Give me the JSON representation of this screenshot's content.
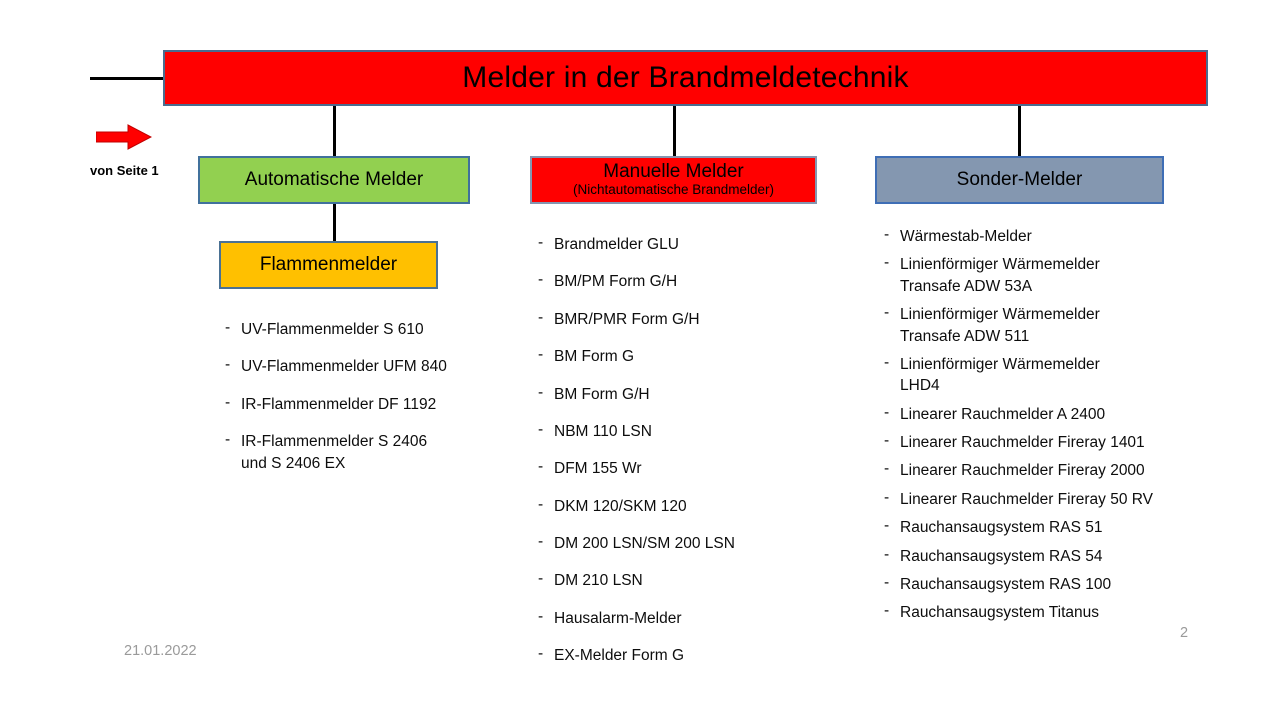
{
  "slide": {
    "title": "Melder in der Brandmeldetechnik",
    "footer_date": "21.01.2022",
    "page_number": "2",
    "from_page_caption": "von Seite 1",
    "arrow_icon": "arrow-right-icon"
  },
  "colors": {
    "title_fill": "#FF0000",
    "automatic_fill": "#92D050",
    "manual_fill": "#FF0000",
    "special_fill": "#8497B0",
    "flame_fill": "#FFC000",
    "box_border": "#41719C",
    "connector": "#000000",
    "arrow": "#FF0000",
    "footer_text": "#9A9A9A"
  },
  "branches": {
    "automatic": {
      "label": "Automatische  Melder",
      "child": {
        "label": "Flammenmelder",
        "items": [
          "UV-Flammenmelder S 610",
          " UV-Flammenmelder UFM 840",
          "IR-Flammenmelder DF 1192",
          "IR-Flammenmelder S 2406\n  und S 2406 EX"
        ]
      }
    },
    "manual": {
      "label": "Manuelle  Melder",
      "sublabel": "(Nichtautomatische  Brandmelder)",
      "items": [
        "Brandmelder GLU",
        "BM/PM Form G/H",
        "BMR/PMR Form G/H",
        "BM Form G",
        "BM Form G/H",
        "NBM 110 LSN",
        "DFM 155 Wr",
        "DKM 120/SKM 120",
        "DM 200 LSN/SM 200 LSN",
        "DM 210 LSN",
        "Hausalarm-Melder",
        "EX-Melder Form G"
      ]
    },
    "special": {
      "label": "Sonder-Melder",
      "items": [
        "Wärmestab-Melder",
        "Linienförmiger Wärmemelder\nTransafe ADW 53A",
        "Linienförmiger Wärmemelder\nTransafe ADW 511",
        "Linienförmiger Wärmemelder\n LHD4",
        "Linearer Rauchmelder A 2400",
        "Linearer Rauchmelder Fireray 1401",
        "Linearer Rauchmelder Fireray 2000",
        "Linearer Rauchmelder Fireray 50 RV",
        "Rauchansaugsystem RAS 51",
        "Rauchansaugsystem RAS 54",
        "Rauchansaugsystem RAS 100",
        "Rauchansaugsystem Titanus"
      ]
    }
  },
  "bullet": "-"
}
